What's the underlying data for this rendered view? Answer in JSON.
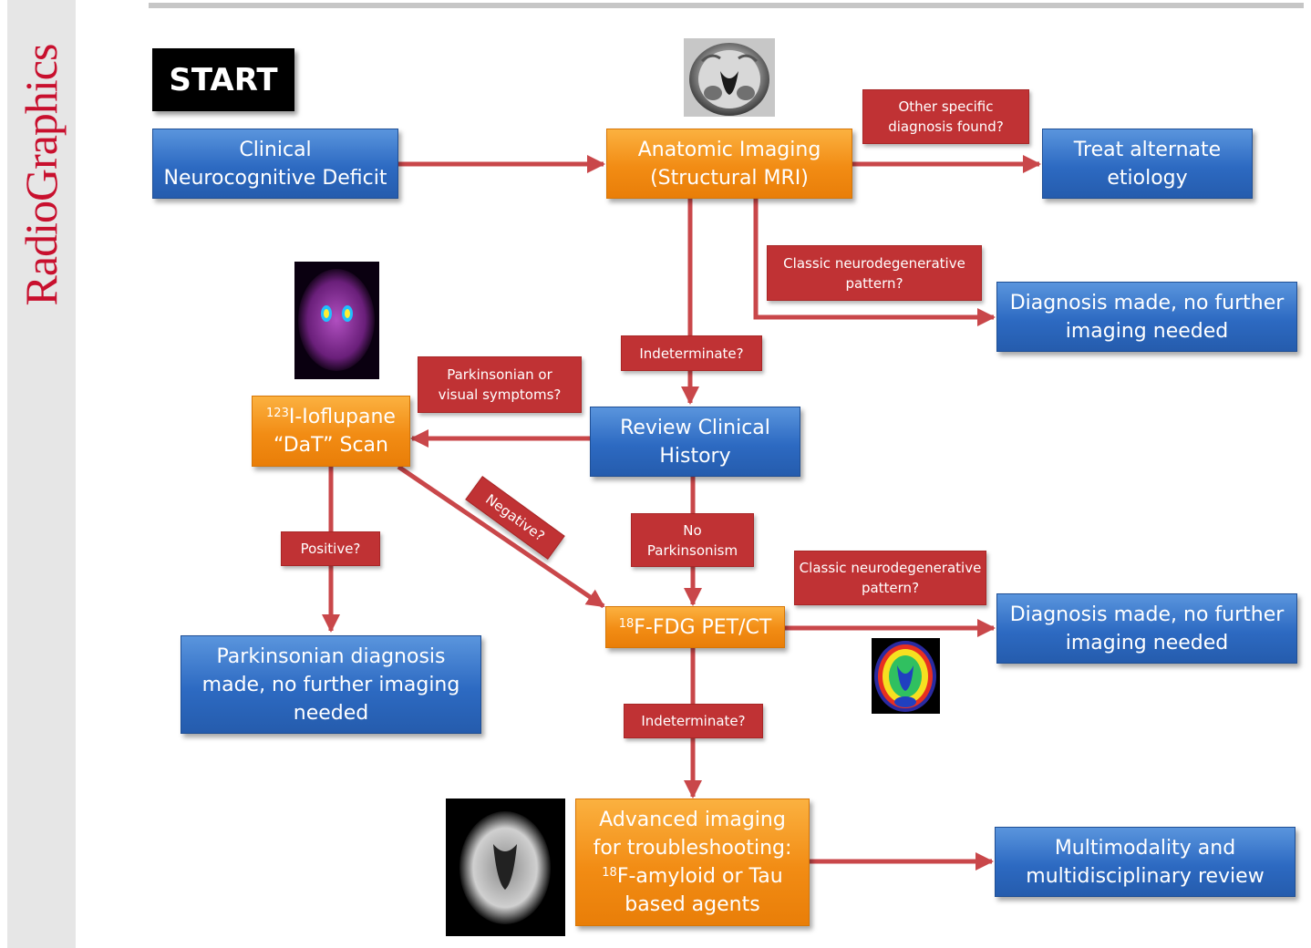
{
  "brand": "RadioGraphics",
  "start": "START",
  "nodes": {
    "clinical_deficit": "Clinical\nNeurocognitive Deficit",
    "anatomic_imaging": "Anatomic Imaging\n(Structural MRI)",
    "treat_alternate": "Treat alternate\netiology",
    "diagnosis_made_1": "Diagnosis made, no further\nimaging needed",
    "review_history": "Review Clinical\nHistory",
    "dat_scan_sup": "123",
    "dat_scan_line1": "I-Ioflupane",
    "dat_scan_line2": "“DaT” Scan",
    "parkinsonian_dx": "Parkinsonian diagnosis\nmade, no further imaging\nneeded",
    "fdg_sup": "18",
    "fdg_text": "F-FDG PET/CT",
    "diagnosis_made_2": "Diagnosis made, no further\nimaging needed",
    "advanced_line1": "Advanced imaging",
    "advanced_line2": "for troubleshooting:",
    "advanced_sup": "18",
    "advanced_line3": "F-amyloid or Tau",
    "advanced_line4": "based agents",
    "multimodality": "Multimodality and\nmultidisciplinary review"
  },
  "labels": {
    "other_specific": "Other specific\ndiagnosis found?",
    "classic_pattern_1": "Classic neurodegenerative\npattern?",
    "indeterminate_1": "Indeterminate?",
    "parkinsonian_symptoms": "Parkinsonian or\nvisual symptoms?",
    "negative": "Negative?",
    "no_parkinsonism": "No\nParkinsonism",
    "positive": "Positive?",
    "classic_pattern_2": "Classic neurodegenerative\npattern?",
    "indeterminate_2": "Indeterminate?"
  },
  "colors": {
    "blue_box": "#2d6ac2",
    "orange_box": "#f28c14",
    "label_red": "#c03234",
    "arrow": "#c9474a",
    "brand": "#c8102e"
  },
  "images": [
    "coronal-mri-image",
    "dat-spect-image",
    "fdg-pet-image",
    "amyloid-pet-image"
  ]
}
